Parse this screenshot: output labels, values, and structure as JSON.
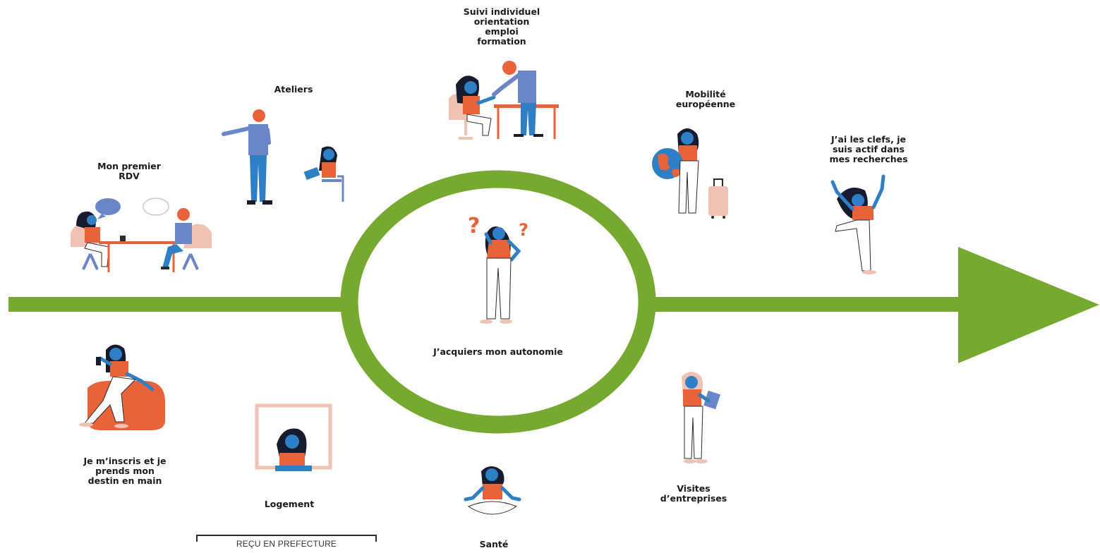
{
  "colors": {
    "accent_green": "#76a92f",
    "skin_blue": "#2f7fc6",
    "shirt_orange": "#e8623a",
    "hair_dark": "#161b2e",
    "pink_light": "#efc2b3",
    "pants_white": "#ffffff",
    "outline": "#2b2b2b"
  },
  "center": {
    "label": "J’acquiers mon autonomie"
  },
  "steps": [
    {
      "id": "inscription",
      "label": "Je m’inscris et je\nprends mon\ndestin en main",
      "icon": "woman-sitting-pouf-phone-icon"
    },
    {
      "id": "premier-rdv",
      "label": "Mon premier\nRDV",
      "icon": "meeting-at-desk-icon"
    },
    {
      "id": "ateliers",
      "label": "Ateliers",
      "icon": "presenter-and-learner-icon"
    },
    {
      "id": "suivi",
      "label": "Suivi individuel\norientation\nemploi\nformation",
      "icon": "counselor-at-desk-icon"
    },
    {
      "id": "mobilite",
      "label": "Mobilité\neuropéenne",
      "icon": "globe-and-suitcase-icon"
    },
    {
      "id": "clefs",
      "label": "J’ai les clefs, je\nsuis actif dans\nmes recherches",
      "icon": "jumping-woman-icon"
    },
    {
      "id": "logement",
      "label": "Logement",
      "icon": "woman-in-window-icon"
    },
    {
      "id": "sante",
      "label": "Santé",
      "icon": "meditating-woman-icon"
    },
    {
      "id": "visites",
      "label": "Visites\nd’entreprises",
      "icon": "woman-with-clipboard-icon"
    }
  ],
  "stamp": {
    "text": "REÇU EN PREFECTURE"
  }
}
